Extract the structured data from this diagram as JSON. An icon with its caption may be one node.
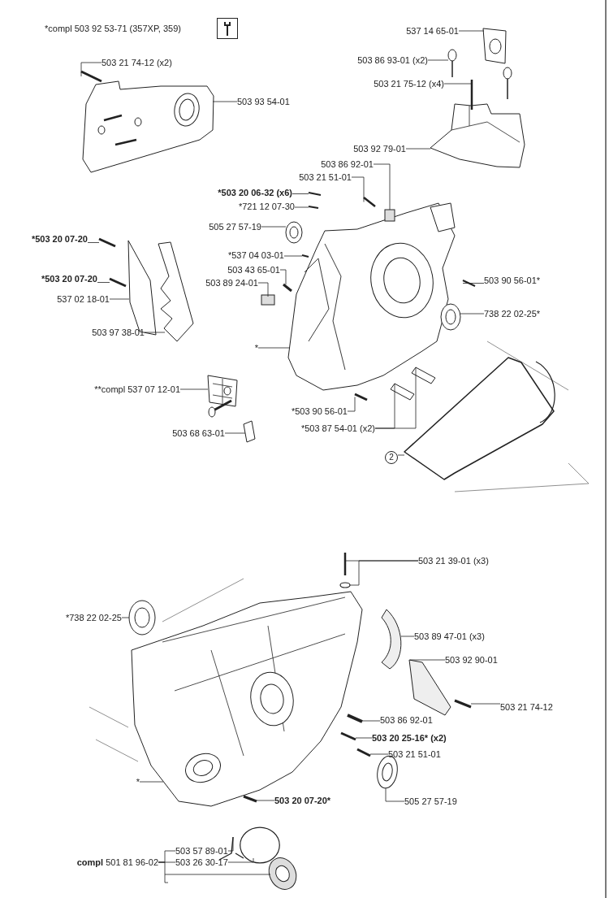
{
  "diagram": {
    "nodes": [
      {
        "text": [
          "503 21 74-12 (x2)"
        ]
      },
      {
        "text": [
          "503 93 54-01"
        ]
      },
      {
        "text": [
          "537 14 65-01"
        ]
      },
      {
        "text": [
          "503 86 93-01 (x2)"
        ]
      },
      {
        "text": [
          "503 21 75-12 (x4)"
        ]
      },
      {
        "text": [
          "503 92 79-01"
        ]
      },
      {
        "text": [
          "503 86 92-01"
        ]
      },
      {
        "text": [
          "503 21 51-01"
        ]
      },
      {
        "text": [
          "*503 20 06-32 (x6)"
        ]
      },
      {
        "text": [
          "*721 12 07-30"
        ]
      },
      {
        "text": [
          "505 27 57-19"
        ]
      },
      {
        "text": [
          "*537 04 03-01"
        ]
      },
      {
        "text": [
          "503 43 65-01"
        ]
      },
      {
        "text": [
          "503 89 24-01"
        ]
      },
      {
        "text": [
          "503 90 56-01*"
        ]
      },
      {
        "text": [
          "738 22 02-25*"
        ]
      },
      {
        "text": [
          "*503 20 07-20"
        ]
      },
      {
        "text": [
          "*503 20 07-20"
        ]
      },
      {
        "text": [
          "537 02 18-01"
        ]
      },
      {
        "text": [
          "503 97 38-01"
        ]
      },
      {
        "text": [
          "*"
        ]
      },
      {
        "text": [
          "**compl 537 07 12-01"
        ]
      },
      {
        "text": [
          "503 68 63-01"
        ]
      },
      {
        "text": [
          "*503 90 56-01"
        ]
      },
      {
        "text": [
          "*503 87 54-01 (x2)"
        ]
      },
      {
        "text": [
          "2"
        ]
      },
      {
        "text": [
          "503 21 39-01 (x3)"
        ]
      },
      {
        "text": [
          "503 89 47-01 (x3)"
        ]
      },
      {
        "text": [
          "503 92 90-01"
        ]
      },
      {
        "text": [
          "*738 22 02-25"
        ]
      },
      {
        "text": [
          "503 21 74-12"
        ]
      },
      {
        "text": [
          "503 86 92-01"
        ]
      },
      {
        "text": [
          "503 20 25-16* (x2)"
        ]
      },
      {
        "text": [
          "503 21 51-01"
        ]
      },
      {
        "text": [
          "*"
        ]
      },
      {
        "text": [
          "503 20 07-20*"
        ]
      },
      {
        "text": [
          "505 27 57-19"
        ]
      },
      {
        "text": [
          "**compl** 501 81 96-02"
        ]
      },
      {
        "text": [
          "503 57 89-01"
        ]
      },
      {
        "text": [
          "503 26 30-17"
        ]
      },
      {
        "text": [],
        "shape": "picture"
      },
      {
        "text": [],
        "shape": "picture"
      },
      {
        "text": [],
        "shape": "picture"
      },
      {
        "text": [],
        "shape": "picture"
      },
      {
        "text": [],
        "shape": "picture"
      },
      {
        "text": [],
        "shape": "picture"
      },
      {
        "text": [],
        "shape": "box"
      },
      {
        "text": [],
        "shape": "picture"
      },
      {
        "text": [],
        "shape": "picture"
      },
      {
        "text": [],
        "shape": "picture"
      },
      {
        "text": [],
        "shape": "picture"
      },
      {
        "text": [],
        "shape": "picture"
      },
      {
        "text": [],
        "shape": "picture"
      },
      {
        "text": [],
        "shape": "box"
      },
      {
        "text": [],
        "shape": "picture"
      },
      {
        "text": [],
        "shape": "picture"
      },
      {
        "text": [],
        "shape": "picture"
      },
      {
        "text": [],
        "shape": "picture"
      },
      {
        "text": [],
        "shape": "picture"
      },
      {
        "text": [],
        "shape": "picture"
      },
      {
        "text": [],
        "shape": "picture"
      },
      {
        "text": [],
        "shape": "picture"
      },
      {
        "text": [],
        "shape": "picture"
      },
      {
        "text": [],
        "shape": "picture"
      },
      {
        "text": [],
        "shape": "picture"
      },
      {
        "text": [],
        "shape": "picture"
      },
      {
        "text": [],
        "shape": "picture"
      },
      {
        "text": [],
        "shape": "picture"
      },
      {
        "text": [],
        "shape": "circle"
      },
      {
        "text": [],
        "shape": "picture"
      },
      {
        "text": [],
        "shape": "picture"
      },
      {
        "text": [],
        "shape": "picture"
      },
      {
        "text": [],
        "shape": "picture"
      },
      {
        "text": [],
        "shape": "picture"
      },
      {
        "text": [],
        "shape": "picture"
      },
      {
        "text": [],
        "shape": "picture"
      },
      {
        "text": [],
        "shape": "picture"
      },
      {
        "text": [],
        "shape": "picture"
      },
      {
        "text": [],
        "shape": "picture"
      },
      {
        "text": [],
        "shape": "picture"
      },
      {
        "text": [],
        "shape": "picture"
      },
      {
        "text": [],
        "shape": "circle"
      }
    ],
    "edges": [
      {
        "from": 0,
        "to": 40,
        "arrow": "none"
      },
      {
        "from": 1,
        "to": 41,
        "arrow": "none"
      },
      {
        "from": 2,
        "to": 42,
        "arrow": "none"
      },
      {
        "from": 3,
        "to": 43,
        "arrow": "none"
      },
      {
        "from": 4,
        "to": 44,
        "arrow": "none"
      },
      {
        "from": 5,
        "to": 45,
        "arrow": "none"
      },
      {
        "from": 6,
        "to": 46,
        "arrow": "none"
      },
      {
        "from": 7,
        "to": 47,
        "arrow": "none"
      },
      {
        "from": 8,
        "to": 48,
        "arrow": "none"
      },
      {
        "from": 9,
        "to": 49,
        "arrow": "none"
      },
      {
        "from": 10,
        "to": 50,
        "arrow": "none"
      },
      {
        "from": 11,
        "to": 51,
        "arrow": "none"
      },
      {
        "from": 12,
        "to": 52,
        "arrow": "none"
      },
      {
        "from": 13,
        "to": 53,
        "arrow": "none"
      },
      {
        "from": 14,
        "to": 54,
        "arrow": "none"
      },
      {
        "from": 15,
        "to": 55,
        "arrow": "none"
      },
      {
        "from": 16,
        "to": 56,
        "arrow": "none"
      },
      {
        "from": 17,
        "to": 57,
        "arrow": "none"
      },
      {
        "from": 18,
        "to": 58,
        "arrow": "none"
      },
      {
        "from": 19,
        "to": 59,
        "arrow": "none"
      },
      {
        "from": 20,
        "to": 60,
        "arrow": "none"
      },
      {
        "from": 21,
        "to": 61,
        "arrow": "none"
      },
      {
        "from": 22,
        "to": 62,
        "arrow": "none"
      },
      {
        "from": 23,
        "to": 63,
        "arrow": "none"
      },
      {
        "from": 24,
        "to": 64,
        "arrow": "none"
      },
      {
        "from": 24,
        "to": 65,
        "arrow": "none"
      },
      {
        "from": 25,
        "to": 66,
        "arrow": "none"
      },
      {
        "from": 26,
        "to": 67,
        "arrow": "none"
      },
      {
        "from": 26,
        "to": 68,
        "arrow": "none"
      },
      {
        "from": 27,
        "to": 69,
        "arrow": "none"
      },
      {
        "from": 28,
        "to": 70,
        "arrow": "none"
      },
      {
        "from": 29,
        "to": 71,
        "arrow": "none"
      },
      {
        "from": 30,
        "to": 72,
        "arrow": "none"
      },
      {
        "from": 31,
        "to": 73,
        "arrow": "none"
      },
      {
        "from": 32,
        "to": 74,
        "arrow": "none"
      },
      {
        "from": 33,
        "to": 75,
        "arrow": "none"
      },
      {
        "from": 34,
        "to": 76,
        "arrow": "none"
      },
      {
        "from": 35,
        "to": 77,
        "arrow": "none"
      },
      {
        "from": 36,
        "to": 78,
        "arrow": "none"
      },
      {
        "from": 37,
        "to": 79,
        "arrow": "none"
      },
      {
        "from": 38,
        "to": 80,
        "arrow": "none"
      },
      {
        "from": 39,
        "to": 81,
        "arrow": "none"
      },
      {
        "from": 37,
        "to": 38,
        "arrow": "none"
      },
      {
        "from": 37,
        "to": 39,
        "arrow": "none"
      }
    ],
    "labels": [
      "*compl 503 92 53-71 (357XP, 359)"
    ]
  }
}
